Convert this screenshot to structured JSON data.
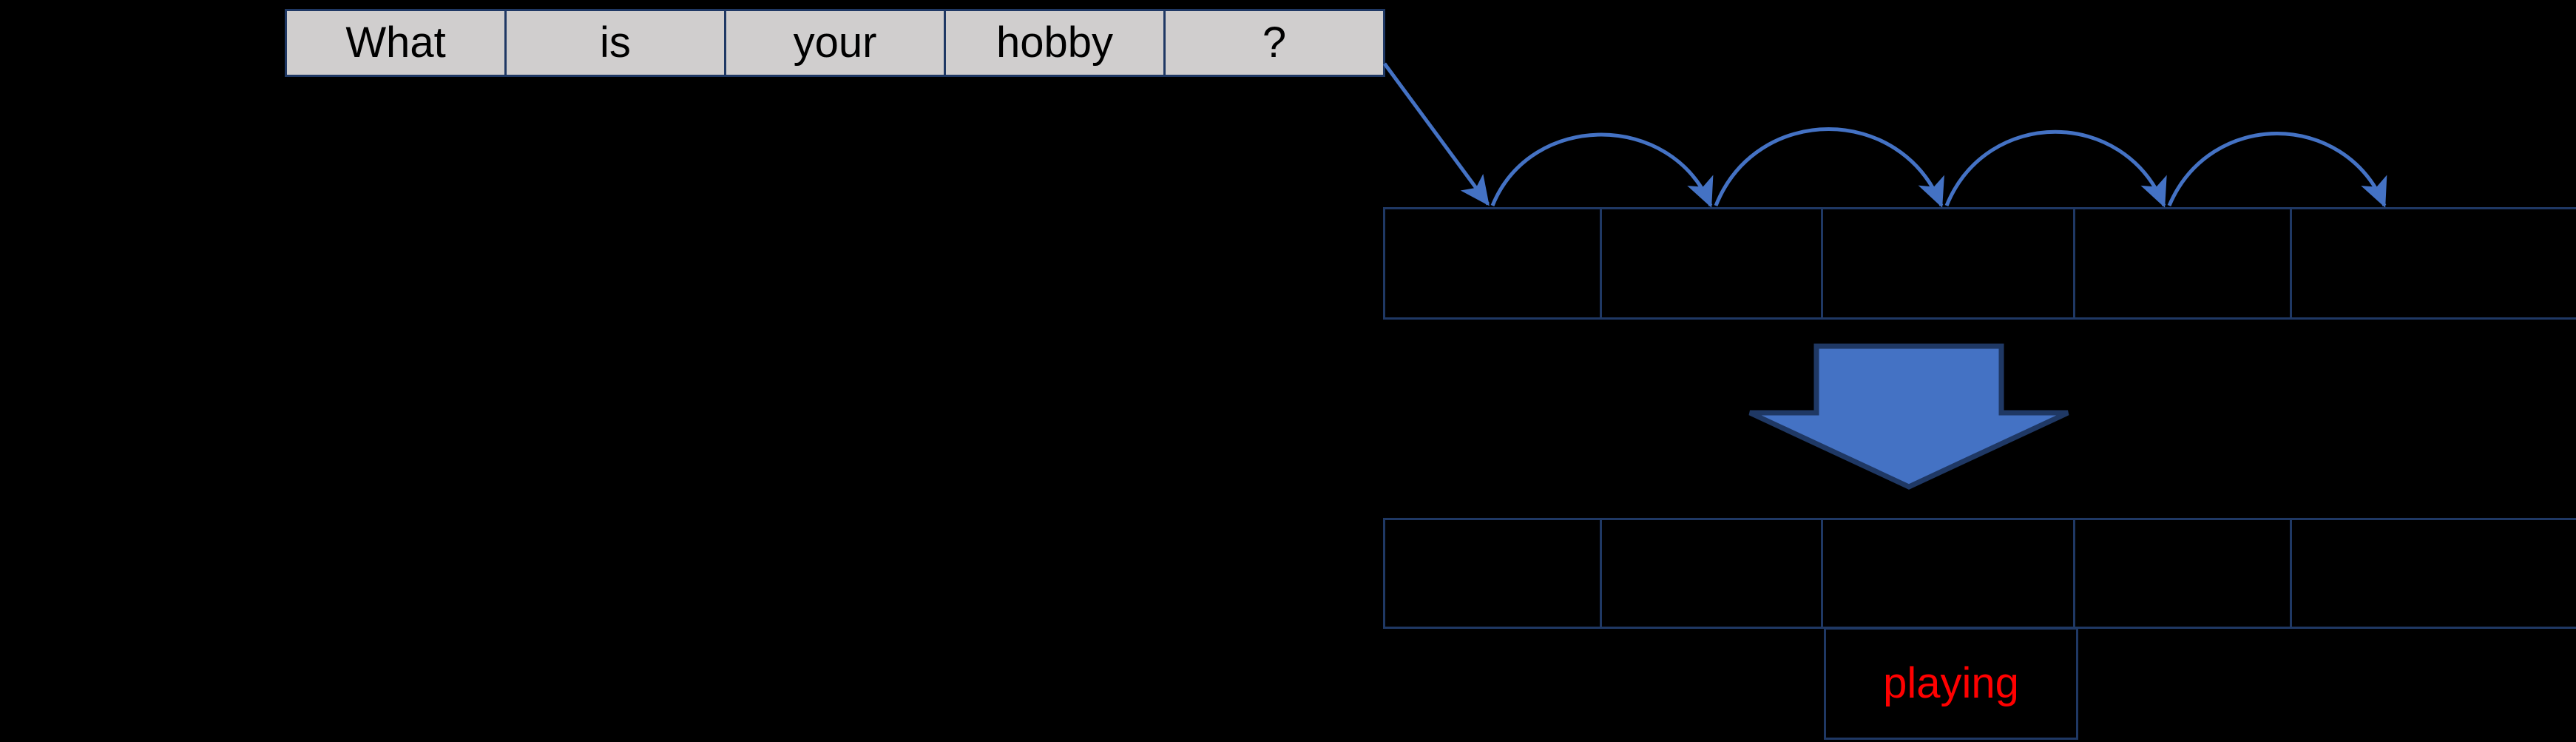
{
  "diagram": {
    "background_color": "#000000",
    "border_color": "#1F3864",
    "cell_fill_color": "#D0CECE",
    "arrow_color": "#4472C4",
    "highlight_color": "#FF0000"
  },
  "question_row": {
    "name": "input-question-tokens",
    "tokens": [
      "What",
      "is",
      "your",
      "hobby",
      "?"
    ]
  },
  "encoder_row": {
    "name": "encoder-state-slots",
    "tokens": [
      "",
      "",
      "",
      "",
      ""
    ]
  },
  "decoder_row": {
    "name": "decoder-state-slots",
    "tokens": [
      "",
      "",
      "",
      "",
      ""
    ]
  },
  "output": {
    "name": "predicted-token",
    "text": "playing"
  },
  "arrows": {
    "feed_arrow_label": "feed-input-arrow",
    "recurrence_arrow_label": "recurrent-step-arrow",
    "transform_arrow_label": "transform-block-arrow",
    "recurrence_count": 4
  }
}
